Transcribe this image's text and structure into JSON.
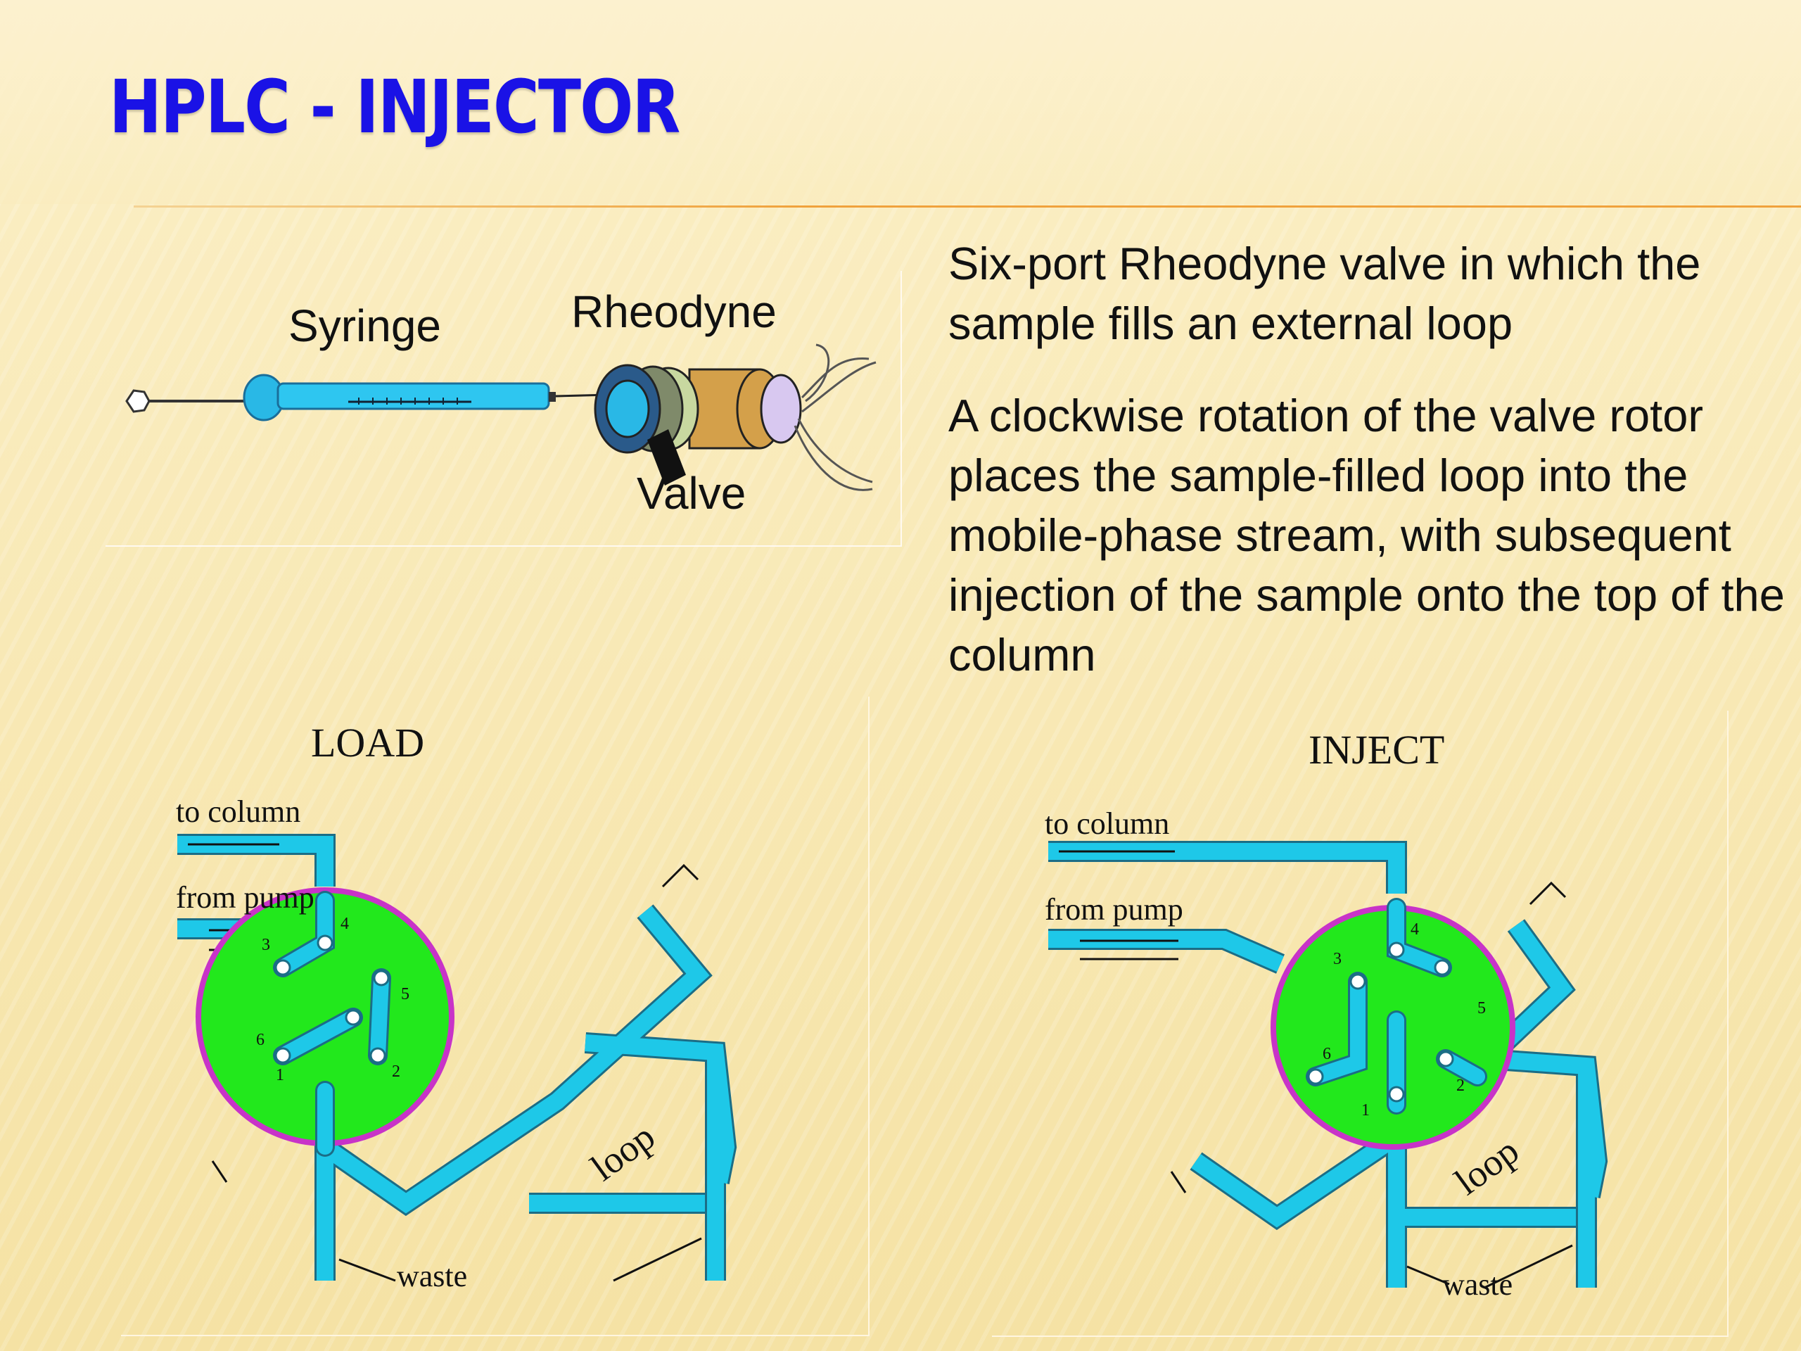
{
  "slide": {
    "title": "HPLC - INJECTOR",
    "paragraphs": [
      "Six-port Rheodyne valve in which the sample fills an external loop",
      "A clockwise rotation of the valve rotor places the sample-filled loop into the mobile-phase stream, with subsequent injection of the sample onto the top of the column"
    ]
  },
  "syringe_figure": {
    "labels": {
      "syringe": "Syringe",
      "rheodyne": "Rheodyne",
      "valve": "Valve"
    }
  },
  "load_diagram": {
    "title": "LOAD",
    "labels": {
      "to_column": "to column",
      "from_pump": "from pump",
      "loop": "loop",
      "waste": "waste"
    },
    "ports": [
      "1",
      "2",
      "3",
      "4",
      "5",
      "6"
    ]
  },
  "inject_diagram": {
    "title": "INJECT",
    "labels": {
      "to_column": "to column",
      "from_pump": "from pump",
      "loop": "loop",
      "waste": "waste"
    },
    "ports": [
      "1",
      "2",
      "3",
      "4",
      "5",
      "6"
    ]
  },
  "colors": {
    "title": "#1a12e6",
    "tube": "#1ec8e8",
    "rotor": "#22e81c",
    "rotor_ring": "#c833c8",
    "accent_rule": "#f0a23c"
  }
}
